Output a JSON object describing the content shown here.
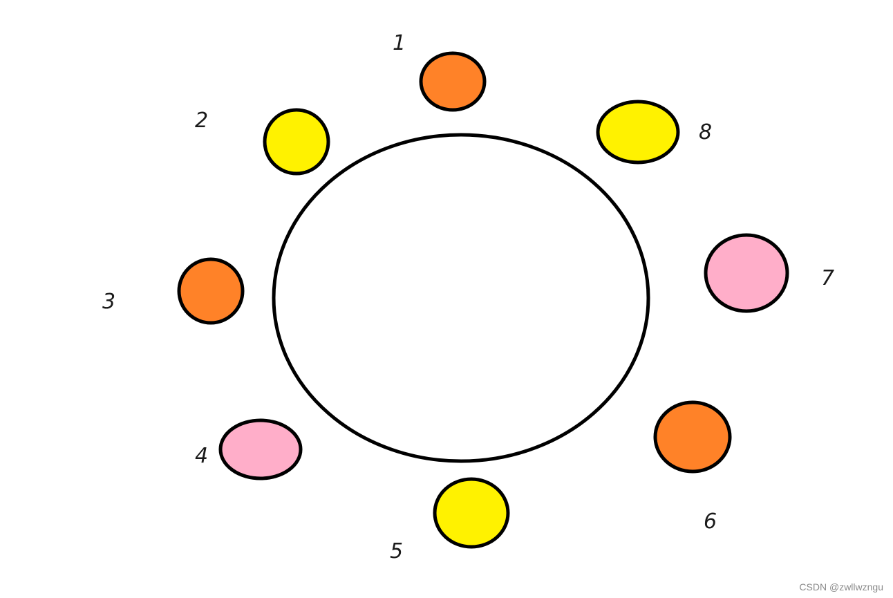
{
  "colors": {
    "orange": "#ff8228",
    "yellow": "#fff200",
    "pink": "#ffaec9"
  },
  "nodes": [
    {
      "id": "1",
      "color": "orange"
    },
    {
      "id": "2",
      "color": "yellow"
    },
    {
      "id": "3",
      "color": "orange"
    },
    {
      "id": "4",
      "color": "pink"
    },
    {
      "id": "5",
      "color": "yellow"
    },
    {
      "id": "6",
      "color": "orange"
    },
    {
      "id": "7",
      "color": "pink"
    },
    {
      "id": "8",
      "color": "yellow"
    }
  ],
  "watermark": "CSDN @zwllwzngu"
}
